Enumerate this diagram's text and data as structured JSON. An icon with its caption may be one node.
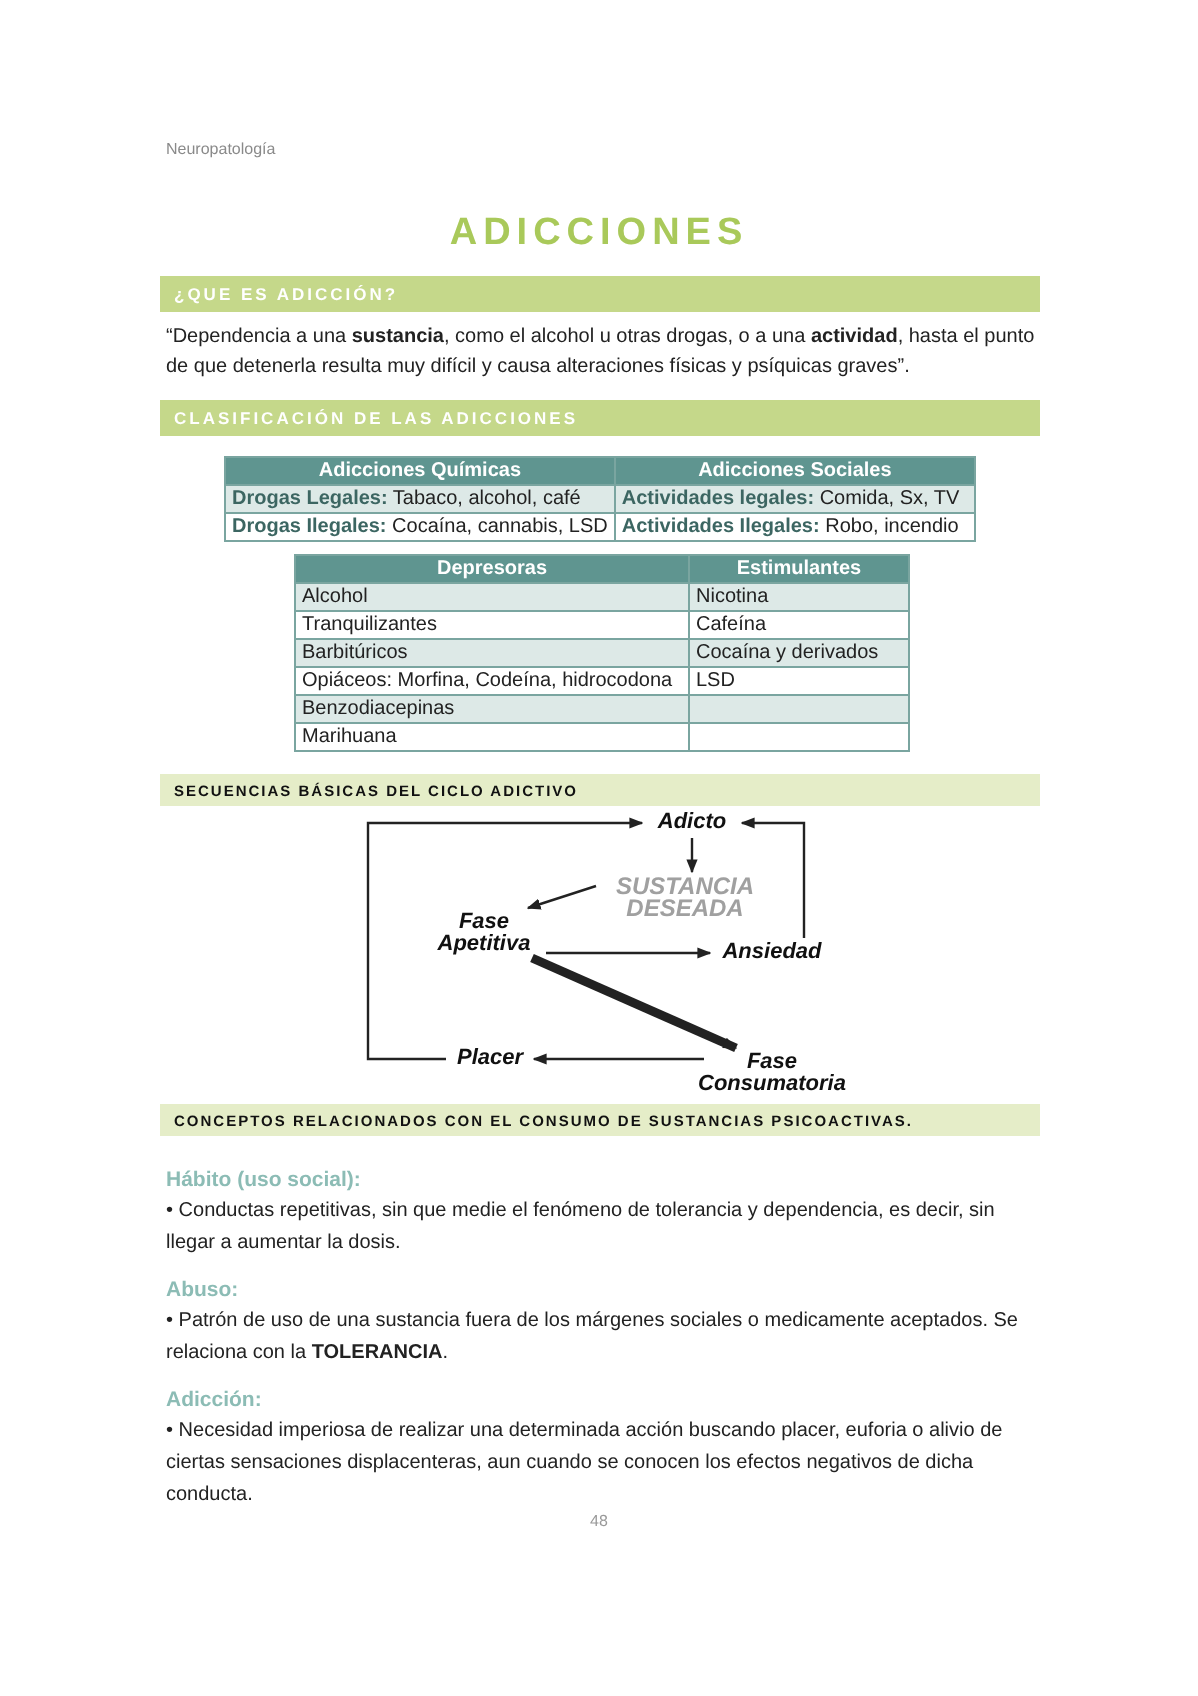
{
  "diagram": {
    "title": "ADICCIONES",
    "nodes": [
      {
        "text": [
          "¿QUE ES ADICCIÓN?"
        ]
      },
      {
        "text": [
          "CLASIFICACIÓN DE LAS ADICCIONES"
        ]
      },
      {
        "text": [
          "SECUENCIAS BÁSICAS DEL CICLO ADICTIVO"
        ]
      },
      {
        "text": [
          "Adicto"
        ]
      },
      {
        "text": [
          "SUSTANCIA DESEADA"
        ]
      },
      {
        "text": [
          "Fase Apetitiva"
        ]
      },
      {
        "text": [
          "Ansiedad"
        ]
      },
      {
        "text": [
          "Placer"
        ]
      },
      {
        "text": [
          "Fase Consumatoria"
        ]
      },
      {
        "text": [
          "CONCEPTOS RELACIONADOS CON EL CONSUMO DE SUSTANCIAS PSICOACTIVAS."
        ]
      }
    ],
    "edges": [
      {
        "from": 3,
        "to": 4,
        "arrow": "to"
      },
      {
        "from": 4,
        "to": 5,
        "arrow": "to"
      },
      {
        "from": 5,
        "to": 6,
        "arrow": "to"
      },
      {
        "from": 6,
        "to": 3,
        "arrow": "to"
      },
      {
        "from": 5,
        "to": 8,
        "arrow": "to",
        "style": "thick"
      },
      {
        "from": 8,
        "to": 7,
        "arrow": "to"
      },
      {
        "from": 7,
        "to": 3,
        "arrow": "to"
      }
    ],
    "labels": [
      "Neuropatología",
      "“Dependencia a una **sustancia**, como el alcohol u otras drogas, o a una **actividad**, hasta el punto de que detenerla resulta muy difícil y causa alteraciones físicas y psíquicas graves”.",
      "Adicciones Químicas",
      "Adicciones Sociales",
      "**Drogas Legales:** Tabaco, alcohol, café",
      "**Actividades legales:** Comida, Sx, TV",
      "**Drogas Ilegales:** Cocaína, cannabis, LSD",
      "**Actividades Ilegales:** Robo, incendio",
      "Depresoras",
      "Estimulantes",
      "Alcohol",
      "Nicotina",
      "Tranquilizantes",
      "Cafeína",
      "Barbitúricos",
      "Cocaína y derivados",
      "Opiáceos: Morfina, Codeína, hidrocodona",
      "LSD",
      "Benzodiacepinas",
      "Marihuana",
      "Hábito (uso social):",
      "• Conductas repetitivas, sin que medie el fenómeno de tolerancia y dependencia, es decir, sin llegar a aumentar la dosis.",
      "Abuso:",
      "• Patrón de uso de una sustancia fuera de los márgenes sociales o medicamente aceptados. Se relaciona con la **TOLERANCIA**.",
      "Adicción:",
      "• Necesidad imperiosa de realizar una determinada acción buscando placer, euforia o alivio de ciertas sensaciones displacenteras, aun cuando se conocen los efectos negativos de dicha conducta.",
      "48"
    ]
  }
}
